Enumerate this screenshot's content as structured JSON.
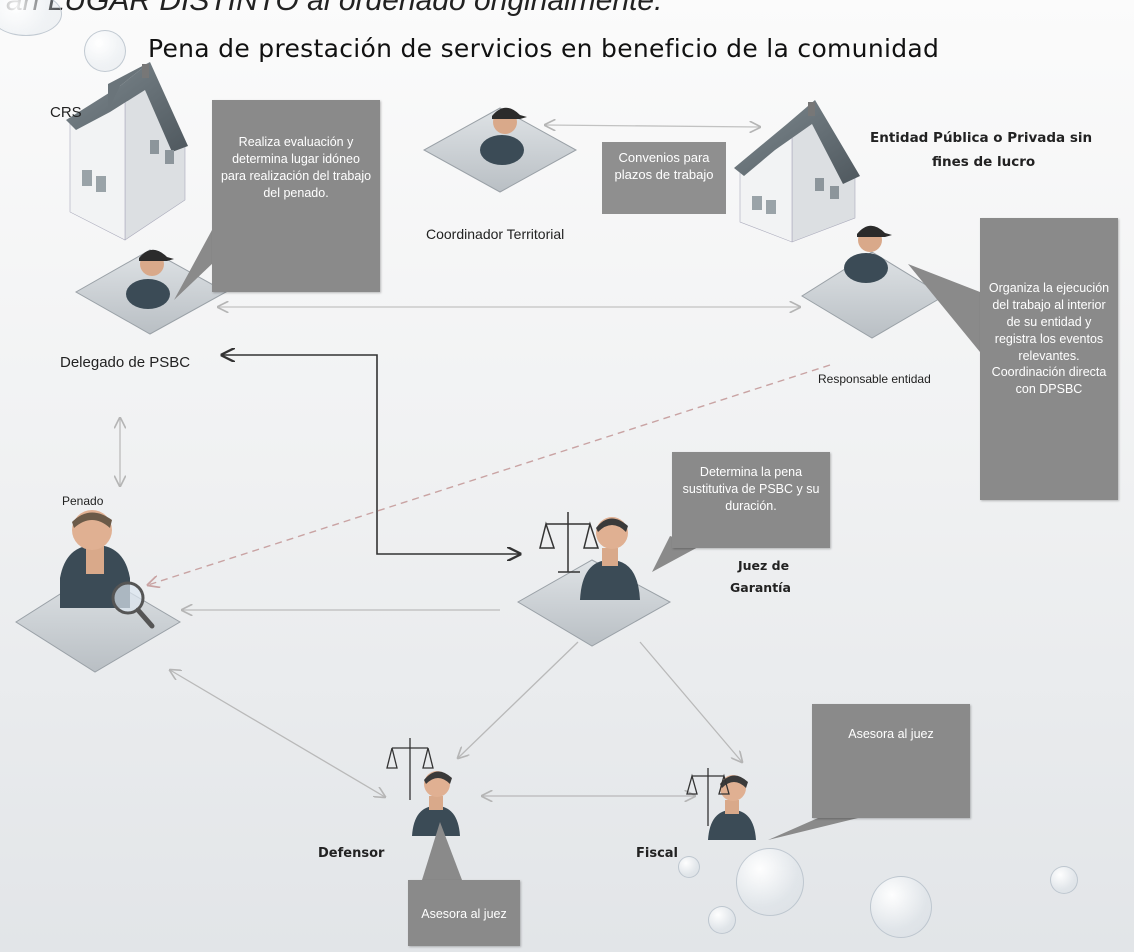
{
  "header": {
    "top_text": "an LUGAR DISTINTO al ordenado originalmente.",
    "title": "Pena de prestación de servicios en beneficio de la comunidad"
  },
  "labels": {
    "crs": "CRS",
    "coordinador": "Coordinador Territorial",
    "entidad_line1": "Entidad Pública o Privada sin",
    "entidad_line2": "fines de lucro",
    "delegado": "Delegado de PSBC",
    "responsable": "Responsable entidad",
    "penado": "Penado",
    "juez_line1": "Juez de",
    "juez_line2": "Garantía",
    "defensor": "Defensor",
    "fiscal": "Fiscal"
  },
  "callouts": {
    "delegado": "Realiza evaluación y determina lugar idóneo para realización del trabajo del penado.",
    "convenios": "Convenios para plazos de trabajo",
    "responsable": "Organiza la ejecución del trabajo al interior de su entidad y registra los eventos relevantes. Coordinación directa con DPSBC",
    "juez": "Determina la pena sustitutiva de PSBC y su duración.",
    "fiscal": "Asesora al juez",
    "defensor": "Asesora al juez"
  },
  "colors": {
    "callout": "#8a8a8a",
    "platform": "#c9cdd1",
    "figure": "#3a4a55",
    "cap": "#2a2a2a",
    "connector_thin": "#c0c0c0",
    "connector_dark": "#333333",
    "connector_dashed": "#c9a3a3"
  }
}
